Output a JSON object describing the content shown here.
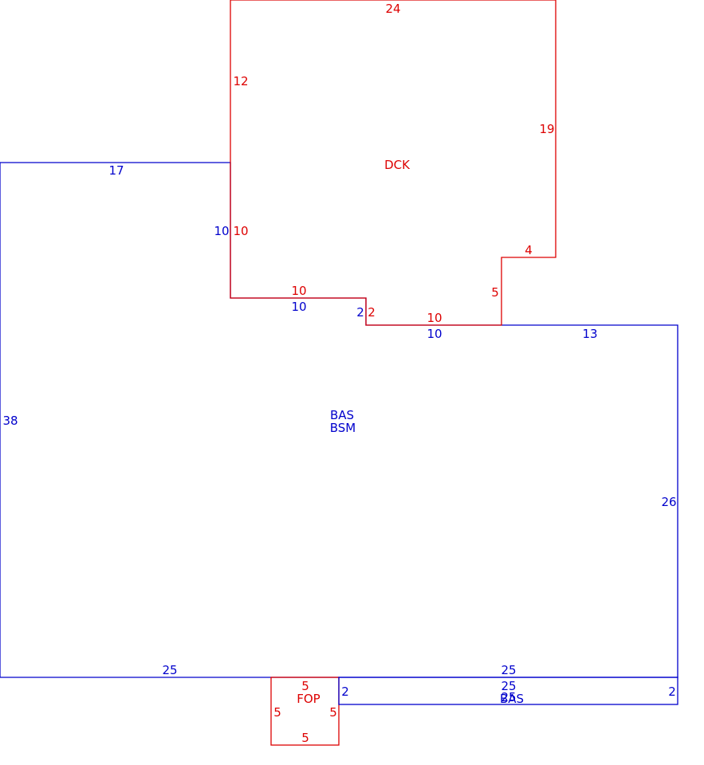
{
  "colors": {
    "main_structure": "#0000cc",
    "exterior_areas": "#dd0000"
  },
  "areas": {
    "main": {
      "code_1": "BAS",
      "code_2": "BSM",
      "dims": {
        "top_left": "17",
        "left": "38",
        "bottom_left": "25",
        "bottom_right": "25",
        "right": "26",
        "top_right": "13",
        "notch_left": "10",
        "notch_top": "10",
        "notch_step": "2",
        "notch_bottom": "10"
      }
    },
    "deck": {
      "code": "DCK",
      "dims": {
        "top": "24",
        "left_upper": "12",
        "left_lower": "10",
        "right": "19",
        "step_top": "4",
        "step_side": "5",
        "bottom_left": "10",
        "bottom_step": "2",
        "bottom_right": "10"
      }
    },
    "porch": {
      "code": "FOP",
      "dims": {
        "top": "5",
        "left": "5",
        "right": "5",
        "bottom": "5"
      }
    },
    "addition": {
      "code": "BAS",
      "dims": {
        "top": "25",
        "bottom": "25",
        "left": "2",
        "right": "2"
      }
    }
  }
}
